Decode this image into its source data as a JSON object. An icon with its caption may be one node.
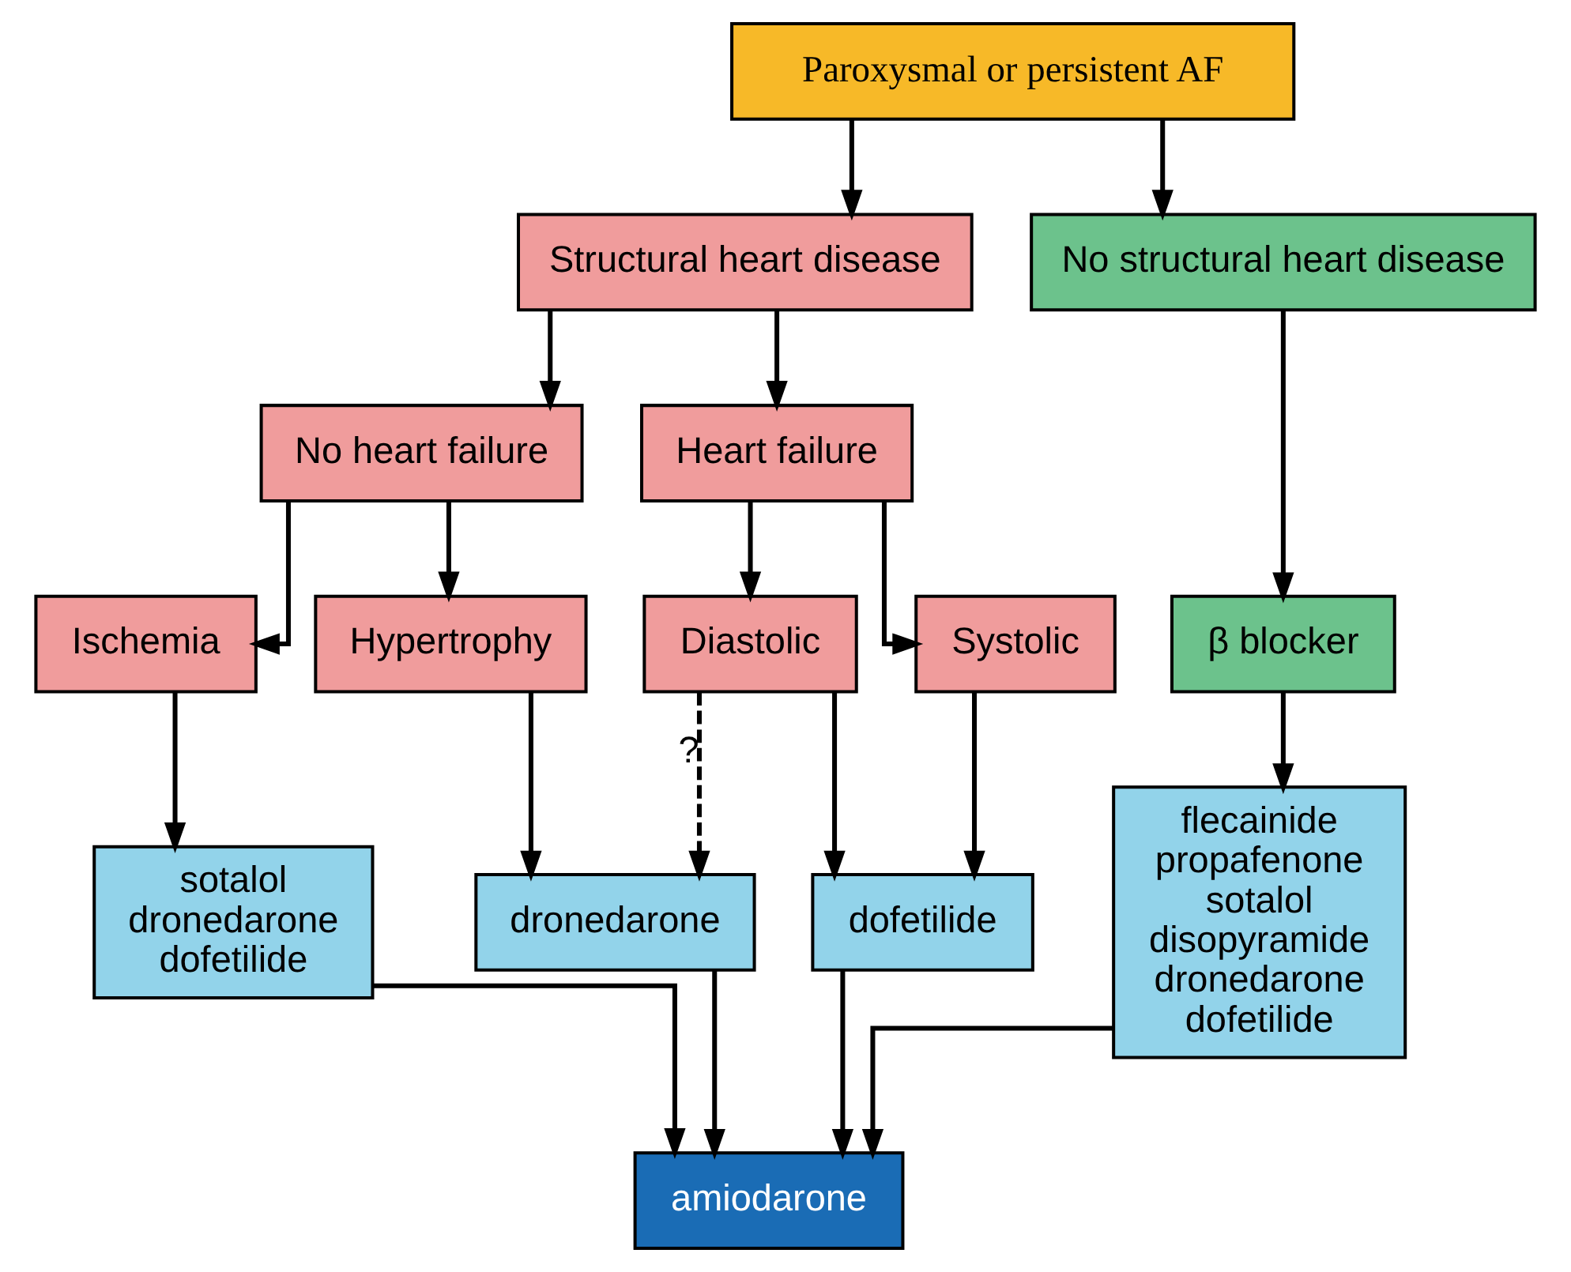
{
  "diagram": {
    "nodes": [
      {
        "text": [
          "Paroxysmal or persistent AF"
        ]
      },
      {
        "text": [
          "Structural heart disease"
        ]
      },
      {
        "text": [
          "No structural heart disease"
        ]
      },
      {
        "text": [
          "No heart failure"
        ]
      },
      {
        "text": [
          "Heart failure"
        ]
      },
      {
        "text": [
          "Ischemia"
        ]
      },
      {
        "text": [
          "Hypertrophy"
        ]
      },
      {
        "text": [
          "Diastolic"
        ]
      },
      {
        "text": [
          "Systolic"
        ]
      },
      {
        "text": [
          "β blocker"
        ]
      },
      {
        "text": [
          "sotalol",
          "dronedarone",
          "dofetilide"
        ]
      },
      {
        "text": [
          "dronedarone"
        ]
      },
      {
        "text": [
          "dofetilide"
        ]
      },
      {
        "text": [
          "flecainide",
          "propafenone",
          "sotalol",
          "disopyramide",
          "dronedarone",
          "dofetilide"
        ]
      },
      {
        "text": [
          "amiodarone"
        ]
      }
    ],
    "edges": [
      {
        "from": 0,
        "to": 1,
        "arrow": "to"
      },
      {
        "from": 0,
        "to": 2,
        "arrow": "to"
      },
      {
        "from": 1,
        "to": 3,
        "arrow": "to"
      },
      {
        "from": 1,
        "to": 4,
        "arrow": "to"
      },
      {
        "from": 3,
        "to": 5,
        "arrow": "to"
      },
      {
        "from": 3,
        "to": 6,
        "arrow": "to"
      },
      {
        "from": 4,
        "to": 7,
        "arrow": "to"
      },
      {
        "from": 4,
        "to": 8,
        "arrow": "to"
      },
      {
        "from": 2,
        "to": 9,
        "arrow": "to"
      },
      {
        "from": 5,
        "to": 10,
        "arrow": "to"
      },
      {
        "from": 6,
        "to": 11,
        "arrow": "to"
      },
      {
        "from": 7,
        "to": 11,
        "arrow": "to",
        "style": "dashed",
        "label": "?"
      },
      {
        "from": 7,
        "to": 12,
        "arrow": "to"
      },
      {
        "from": 8,
        "to": 12,
        "arrow": "to"
      },
      {
        "from": 9,
        "to": 13,
        "arrow": "to"
      },
      {
        "from": 10,
        "to": 14,
        "arrow": "to"
      },
      {
        "from": 11,
        "to": 14,
        "arrow": "to"
      },
      {
        "from": 12,
        "to": 14,
        "arrow": "to"
      },
      {
        "from": 13,
        "to": 14,
        "arrow": "to"
      }
    ]
  }
}
